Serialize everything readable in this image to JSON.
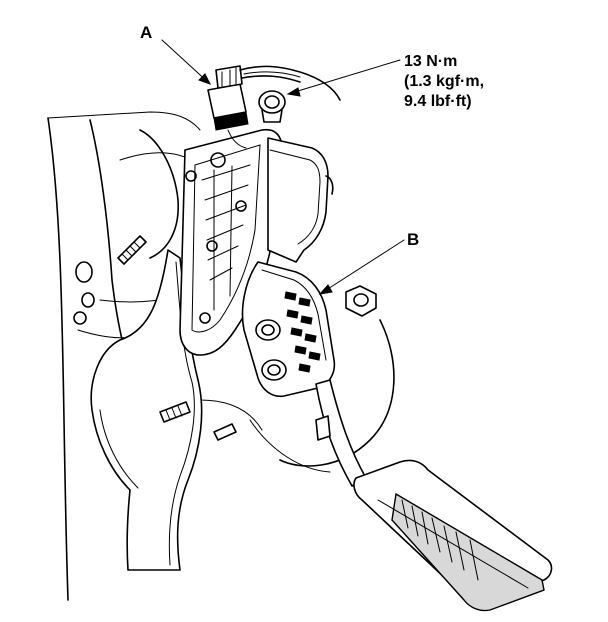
{
  "labels": {
    "a": "A",
    "b": "B"
  },
  "torque": {
    "line1": "13 N·m",
    "line2": "(1.3 kgf·m,",
    "line3": "9.4 lbf·ft)"
  }
}
